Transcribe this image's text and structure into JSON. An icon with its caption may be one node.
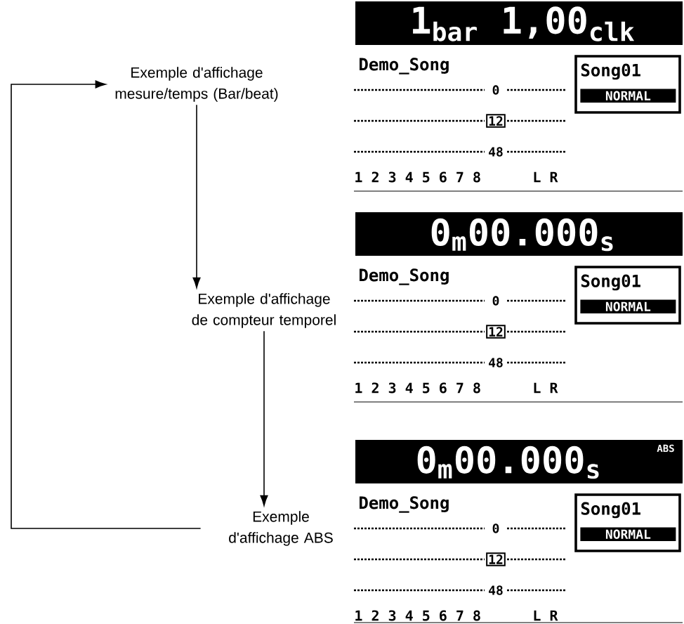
{
  "diagram": {
    "nodes": [
      {
        "text": [
          "Exemple d'affichage mesure/temps (Bar/beat)"
        ]
      },
      {
        "text": [
          "Exemple d'affichage de compteur temporel"
        ]
      },
      {
        "text": [
          "Exemple d'affichage ABS"
        ]
      },
      {
        "text": [
          "Demo_Song",
          "0",
          "48",
          "1 2 3 4 5 6 7 8",
          "L R"
        ]
      },
      {
        "text": [
          "1$_{bar}$ 1,00$_{clk}$"
        ]
      },
      {
        "text": [
          "Song01",
          "NORMAL"
        ],
        "in": 3
      },
      {
        "text": [
          "12"
        ],
        "in": 3
      },
      {
        "text": [
          "Demo_Song",
          "0",
          "48",
          "1 2 3 4 5 6 7 8",
          "L R"
        ]
      },
      {
        "text": [
          "0$_{m}$00.000$_{s}$"
        ]
      },
      {
        "text": [
          "Song01",
          "NORMAL"
        ],
        "in": 7
      },
      {
        "text": [
          "12"
        ],
        "in": 7
      },
      {
        "text": [
          "Demo_Song",
          "0",
          "48",
          "1 2 3 4 5 6 7 8",
          "L R"
        ]
      },
      {
        "text": [
          "0$_{m}$00.000$_{s}$",
          "ABS"
        ]
      },
      {
        "text": [
          "Song01",
          "NORMAL"
        ],
        "in": 11
      },
      {
        "text": [
          "12"
        ],
        "in": 11
      }
    ],
    "edges": [
      {
        "from": 0,
        "to": 1,
        "arrow": "to"
      },
      {
        "from": 1,
        "to": 2,
        "arrow": "to"
      },
      {
        "from": 2,
        "to": 0,
        "arrow": "to"
      }
    ]
  }
}
